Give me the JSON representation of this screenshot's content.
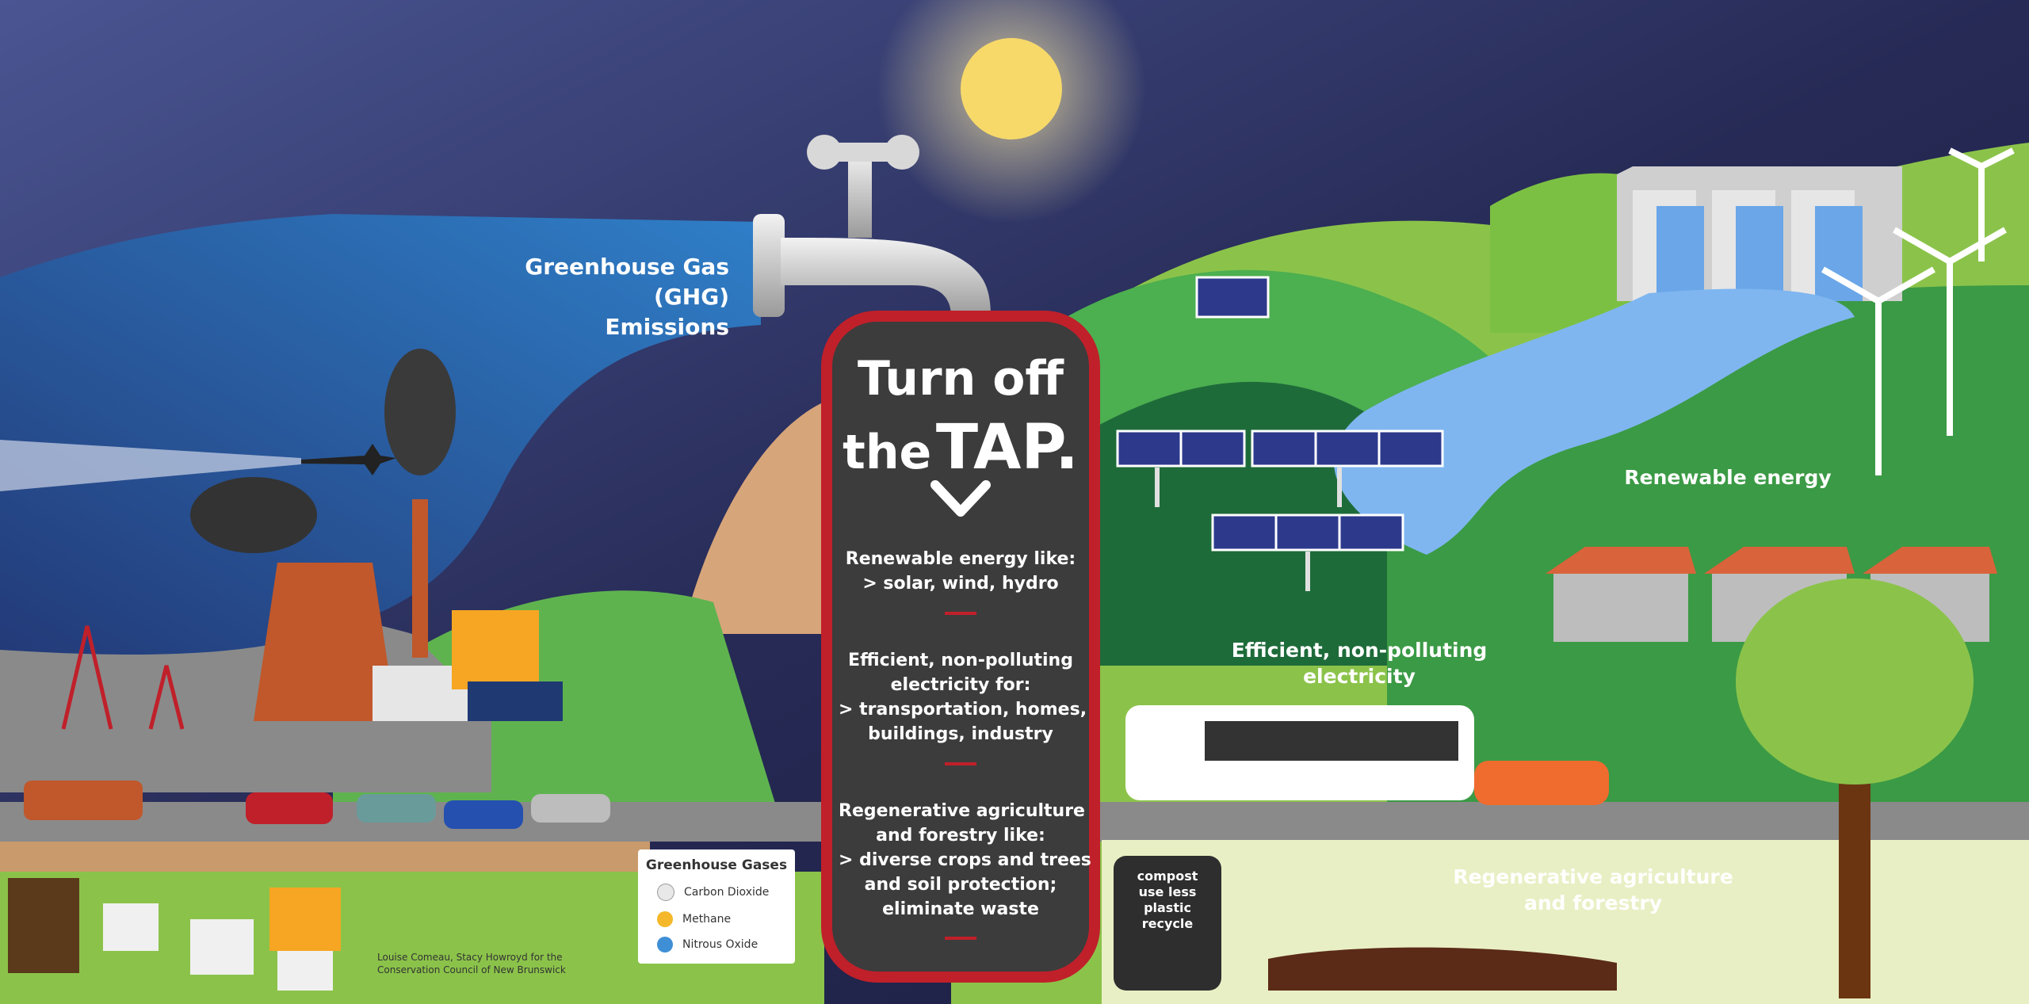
{
  "title": {
    "line1": "Turn off",
    "line2_small": "the",
    "line2_big": "TAP."
  },
  "sections": [
    {
      "lines": [
        "Renewable energy like:",
        "> solar, wind, hydro"
      ]
    },
    {
      "lines": [
        "Efficient, non-polluting",
        "electricity for:",
        "> transportation, homes,",
        "buildings, industry"
      ]
    },
    {
      "lines": [
        "Regenerative agriculture",
        "and forestry like:",
        "> diverse crops and trees",
        "and soil protection;",
        "eliminate waste"
      ]
    }
  ],
  "labels": {
    "ghg_line1": "Greenhouse Gas (GHG)",
    "ghg_line2": "Emissions",
    "renewable": "Renewable energy",
    "efficient_line1": "Efficient, non-polluting",
    "efficient_line2": "electricity",
    "regen_line1": "Regenerative agriculture",
    "regen_line2": "and forestry"
  },
  "legend": {
    "title": "Greenhouse Gases",
    "items": [
      {
        "label": "Carbon Dioxide",
        "color": "#e8e8e8"
      },
      {
        "label": "Methane",
        "color": "#f5b82a"
      },
      {
        "label": "Nitrous Oxide",
        "color": "#3f8fd6"
      }
    ]
  },
  "compost_bin": [
    "compost",
    "use less plastic",
    "recycle"
  ],
  "credit": [
    "Louise Comeau, Stacy Howroyd for the",
    "Conservation Council of New Brunswick"
  ],
  "colors": {
    "accent_red": "#c0202a",
    "panel_dark": "#3c3c3c",
    "sky_dark": "#1f2348",
    "grass": "#4fae43",
    "water": "#7fb6f0",
    "sun": "#f7d96a"
  }
}
